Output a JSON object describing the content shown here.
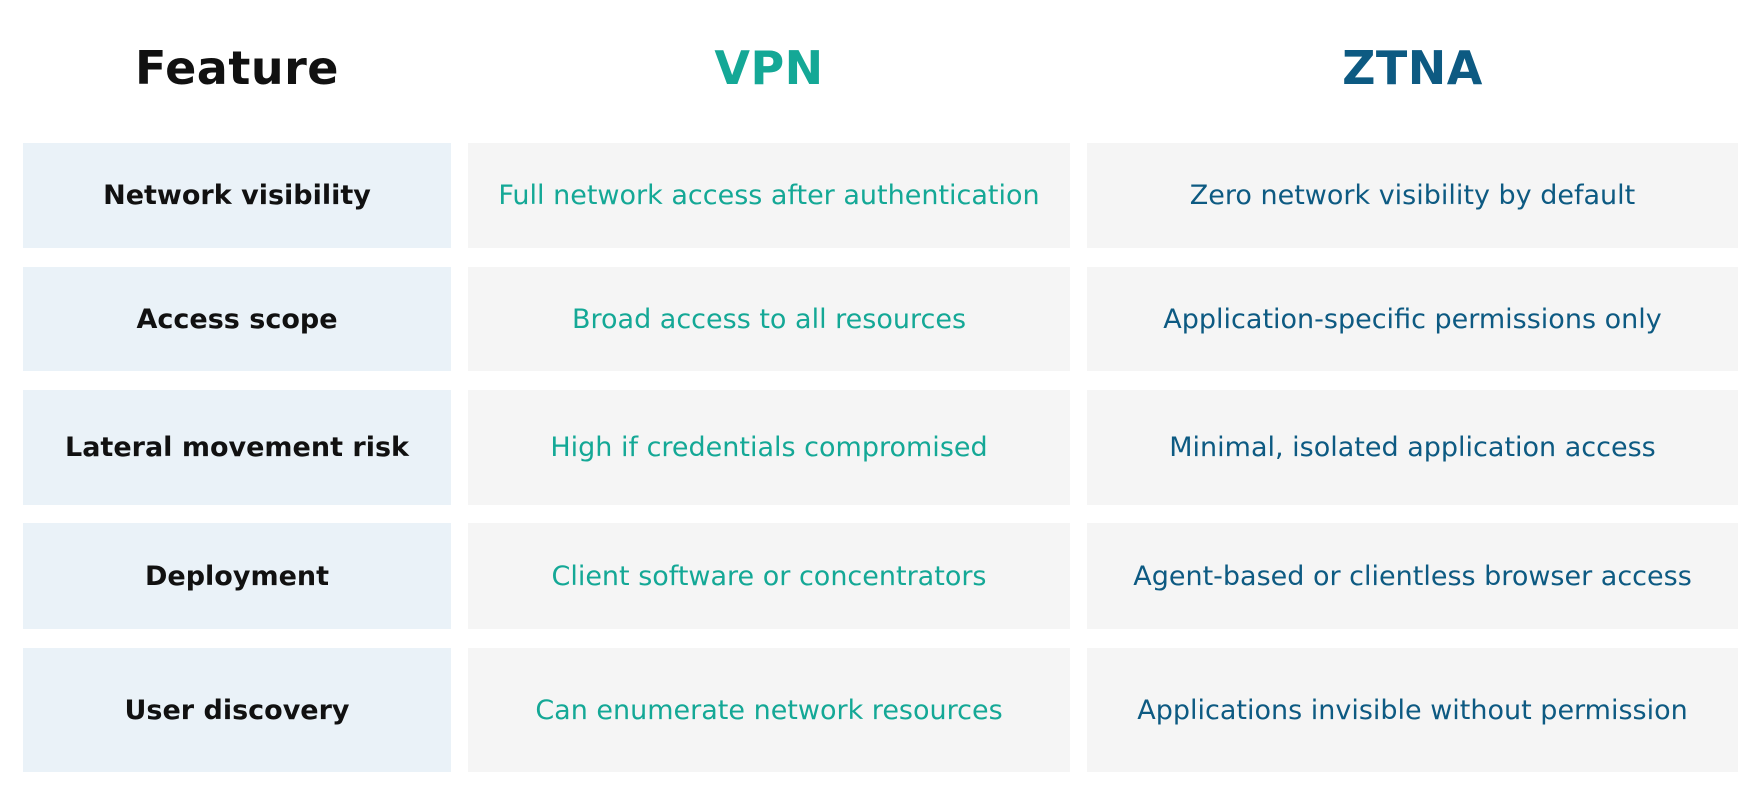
{
  "colors": {
    "feature": "#111111",
    "vpn": "#14a896",
    "ztna": "#0d5a82",
    "feature_bg": "#eaf2f8",
    "cell_bg": "#f5f5f5"
  },
  "headers": {
    "feature": "Feature",
    "vpn": "VPN",
    "ztna": "ZTNA"
  },
  "rows": [
    {
      "feature": "Network visibility",
      "vpn": "Full network access after authentication",
      "ztna": "Zero network visibility by default"
    },
    {
      "feature": "Access scope",
      "vpn": "Broad access to all resources",
      "ztna": "Application-specific permissions only"
    },
    {
      "feature": "Lateral movement risk",
      "vpn": "High if credentials compromised",
      "ztna": "Minimal, isolated application access"
    },
    {
      "feature": "Deployment",
      "vpn": "Client software or concentrators",
      "ztna": "Agent-based or clientless browser access"
    },
    {
      "feature": "User discovery",
      "vpn": "Can enumerate network resources",
      "ztna": "Applications invisible without permission"
    }
  ]
}
